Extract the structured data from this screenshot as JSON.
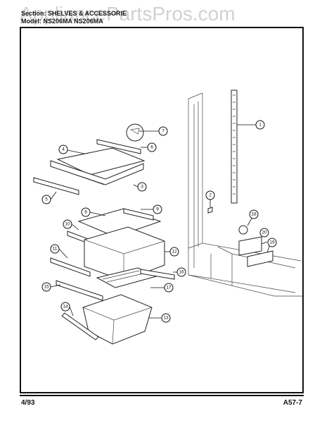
{
  "watermark": "AppliancePartsPros.com",
  "header": {
    "section_line": "Section: SHELVES & ACCESSORIE",
    "model_line": "Model: NS206MA NS206MA"
  },
  "footer": {
    "date": "4/93",
    "page_code": "A57-7"
  },
  "callouts": [
    "1",
    "2",
    "3",
    "4",
    "5",
    "6",
    "7",
    "8",
    "9",
    "10",
    "11",
    "12",
    "13",
    "14",
    "15",
    "16",
    "17",
    "18",
    "19",
    "20"
  ]
}
